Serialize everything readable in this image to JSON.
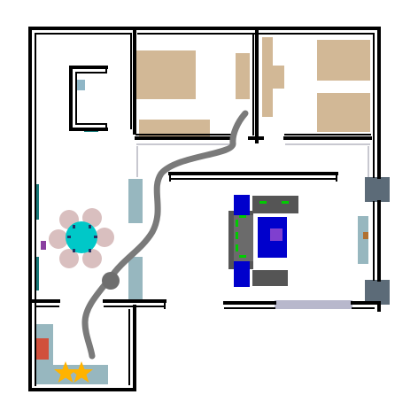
{
  "scene": {
    "kind": "top-down floor plan with navigation trajectory",
    "rooms": [
      "bedroom-left",
      "bedroom-right",
      "study",
      "living-room",
      "dining-area",
      "kitchen"
    ],
    "colors": {
      "wall": "#000000",
      "floor": "#ffffff",
      "bed": "#d2b896",
      "counter": "#97b7bf",
      "sofa": "#0000cc",
      "coffee_table": "#2222aa",
      "tv_cabinet": "#555555",
      "plant": "#00cc00",
      "dining_table": "#00c8c8",
      "chairs": "#d9bfbf",
      "window_panel": "#5c6b78",
      "rug": "#b8b8cc",
      "stove": "#d1503c",
      "path": "#7a7a7a",
      "goal": "#ffb300"
    },
    "agent": {
      "icon": "agent-circle-icon"
    },
    "goal": {
      "icon": "star-icon",
      "count": 2
    }
  }
}
